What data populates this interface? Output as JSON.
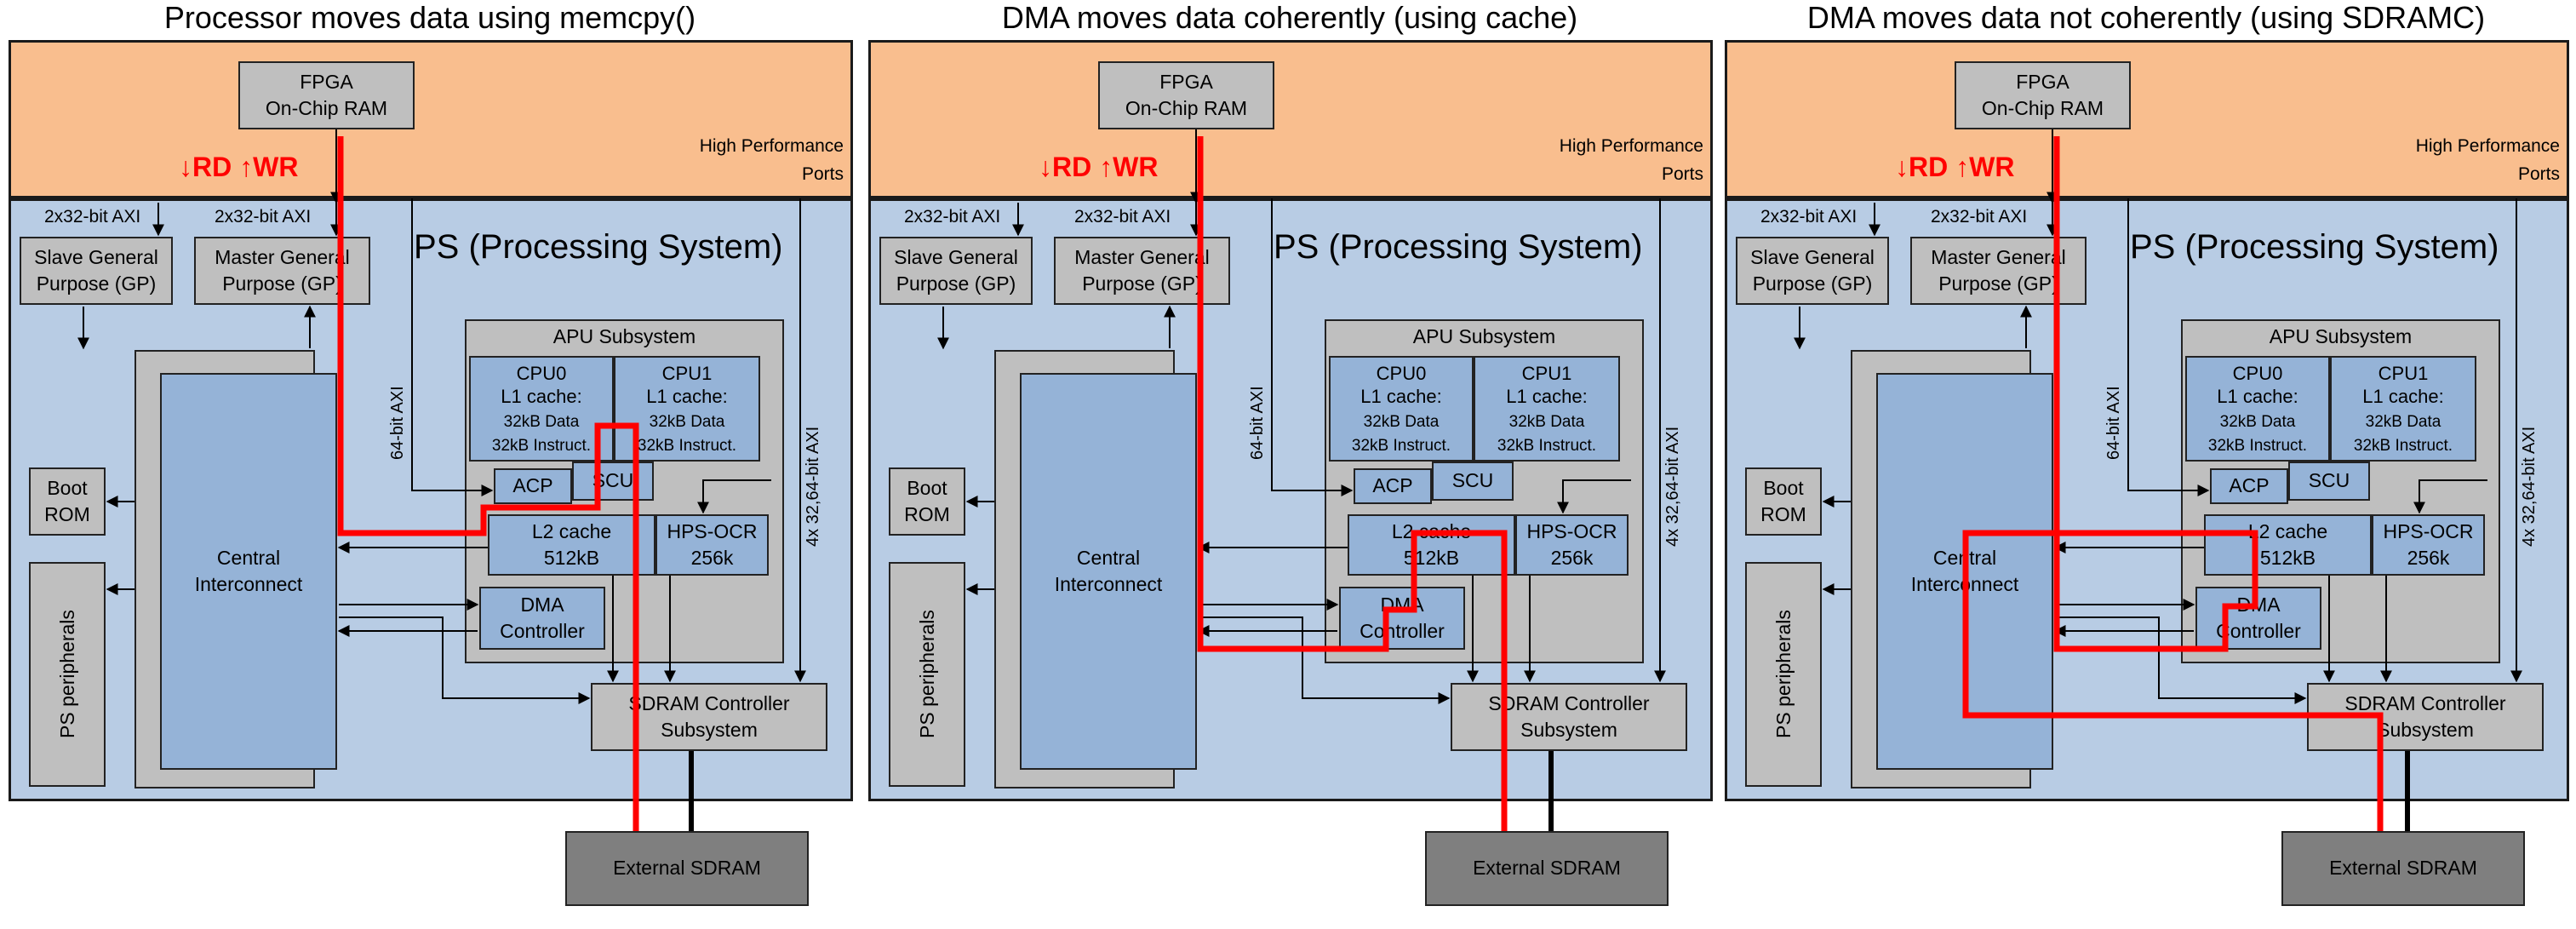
{
  "panels": [
    {
      "title": "Processor moves data using memcpy()"
    },
    {
      "title": "DMA moves data coherently (using cache)"
    },
    {
      "title": "DMA moves data not coherently (using SDRAMC)"
    }
  ],
  "labels": {
    "fpga_ram_1": "FPGA",
    "fpga_ram_2": "On-Chip RAM",
    "hp_ports_1": "High Performance",
    "hp_ports_2": "Ports",
    "rd": "RD",
    "wr": "WR",
    "axi_slave": "2x32-bit AXI",
    "axi_master": "2x32-bit AXI",
    "slave_gp_1": "Slave General",
    "slave_gp_2": "Purpose (GP)",
    "master_gp_1": "Master General",
    "master_gp_2": "Purpose (GP)",
    "ps_title": "PS (Processing System)",
    "apu": "APU Subsystem",
    "cpu0": "CPU0",
    "cpu1": "CPU1",
    "l1": "L1 cache:",
    "l1_data": "32kB Data",
    "l1_instr": "32kB Instruct.",
    "axi64": "64-bit AXI",
    "axi_hp": "4x 32,64-bit AXI",
    "acp": "ACP",
    "scu": "SCU",
    "l2_1": "L2 cache",
    "l2_2": "512kB",
    "ocr_1": "HPS-OCR",
    "ocr_2": "256k",
    "dma_1": "DMA",
    "dma_2": "Controller",
    "boot_1": "Boot",
    "boot_2": "ROM",
    "central_1": "Central",
    "central_2": "Interconnect",
    "periph": "PS peripherals",
    "sdramc_1": "SDRAM Controller",
    "sdramc_2": "Subsystem",
    "ext_sdram": "External SDRAM"
  },
  "colors": {
    "fpga_region": "#f9be8e",
    "ps_region": "#b8cce4",
    "block_gray": "#bfbfbf",
    "block_blue": "#95b3d7",
    "external_dark": "#7f7f7f",
    "data_path": "#ff0000"
  }
}
